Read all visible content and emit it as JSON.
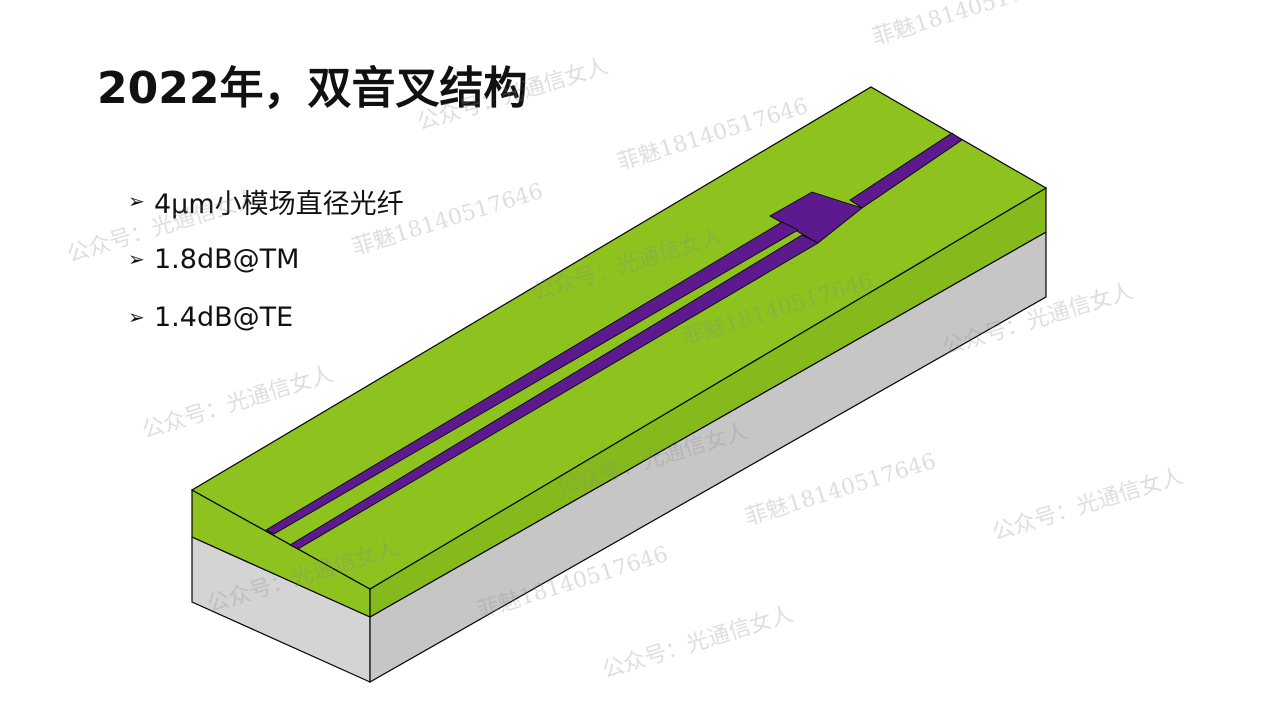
{
  "title": "2022年，双音叉结构",
  "bullets": [
    {
      "text": "4μm小模场直径光纤"
    },
    {
      "text": "1.8dB@TM"
    },
    {
      "text": "1.4dB@TE"
    }
  ],
  "watermarks": {
    "account": "公众号：光通信女人",
    "contact": "菲魅18140517646"
  },
  "colors": {
    "cladding_top": "#8dc21f",
    "cladding_side": "#7aa81b",
    "substrate": "#d4d4d4",
    "waveguide": "#5c1a8e",
    "edge": "#000000"
  }
}
